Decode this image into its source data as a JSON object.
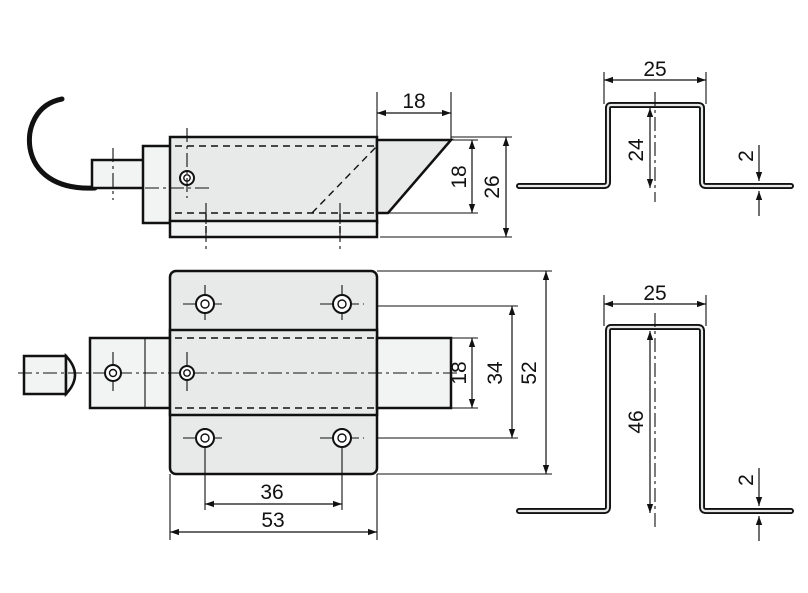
{
  "dimensions": {
    "top_view_length": "18",
    "top_view_inner_height": "18",
    "top_view_overall_height": "26",
    "front_bolt": "18",
    "front_bolt_slot": "34",
    "front_plate_height": "52",
    "hole_spacing": "36",
    "plate_width": "53",
    "profile_top_width": "25",
    "profile_top_height": "24",
    "profile_top_thickness": "2",
    "profile_bottom_width": "25",
    "profile_bottom_height": "46",
    "profile_bottom_thickness": "2"
  }
}
